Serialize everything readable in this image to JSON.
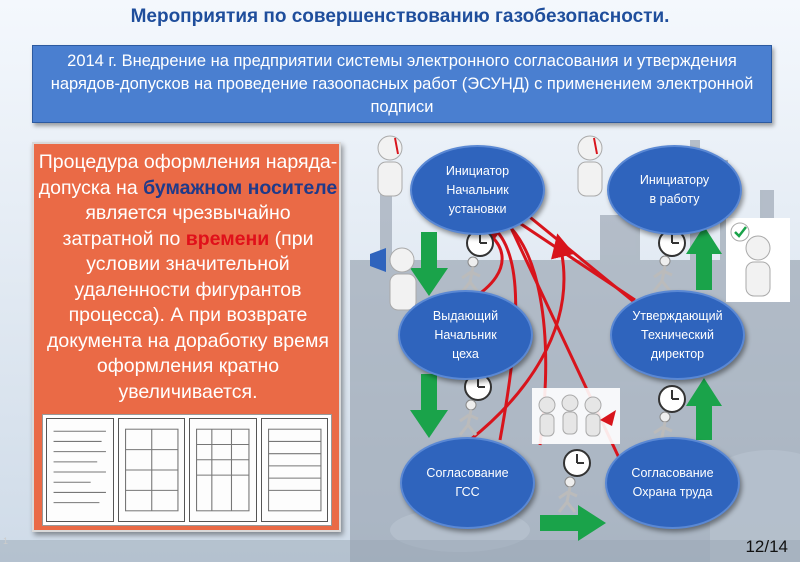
{
  "slide": {
    "title": "Мероприятия по совершенствованию газобезопасности.",
    "banner_text": "2014 г. Внедрение на предприятии системы электронного  согласования и утверждения  нарядов-допусков на проведение газоопасных работ (ЭСУНД) с применением электронной подписи",
    "page_number": "12/14",
    "side_label": "1"
  },
  "procedure_box": {
    "part1": "Процедура оформления наряда-допуска на ",
    "highlight_paper": "бумажном носителе",
    "part2": " является чрезвычайно затратной по ",
    "highlight_time": "времени",
    "part3": " (при условии значительной удаленности фигурантов процесса). А при возврате документа на доработку  время оформления кратно увеличивается."
  },
  "diagram": {
    "nodes": {
      "initiator": {
        "line1": "Инициатор",
        "line2": "Начальник установки"
      },
      "to_initiator": {
        "line1": "Инициатору",
        "line2": "в работу"
      },
      "issuer": {
        "line1": "Выдающий",
        "line2": "Начальник цеха"
      },
      "approver": {
        "line1": "Утверждающий",
        "line2": "Технический директор"
      },
      "gss": {
        "line1": "Согласование",
        "line2": "ГСС"
      },
      "labor": {
        "line1": "Согласование",
        "line2": "Охрана труда"
      }
    }
  },
  "colors": {
    "title": "#1f4e9c",
    "banner": "#4a7fd0",
    "orange_box": "#ea6a46",
    "node": "#2f64bd",
    "green_arrow": "#1aa34a",
    "red_arrow": "#d8141c"
  }
}
